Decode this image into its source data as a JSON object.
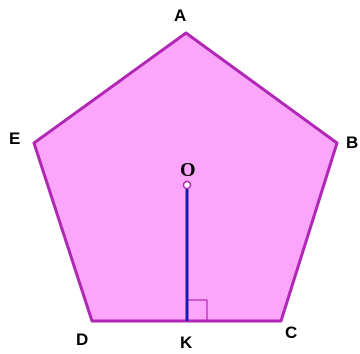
{
  "diagram": {
    "labels": {
      "a": "A",
      "b": "B",
      "c": "C",
      "d": "D",
      "e": "E",
      "o": "O",
      "k": "K"
    },
    "colors": {
      "fill": "#fba6fa",
      "stroke": "#b026b5",
      "apothem": "#1a1ab0",
      "right_angle": "#b026b5",
      "center_dot_stroke": "#b026b5",
      "center_dot_fill": "#ffffff"
    }
  }
}
